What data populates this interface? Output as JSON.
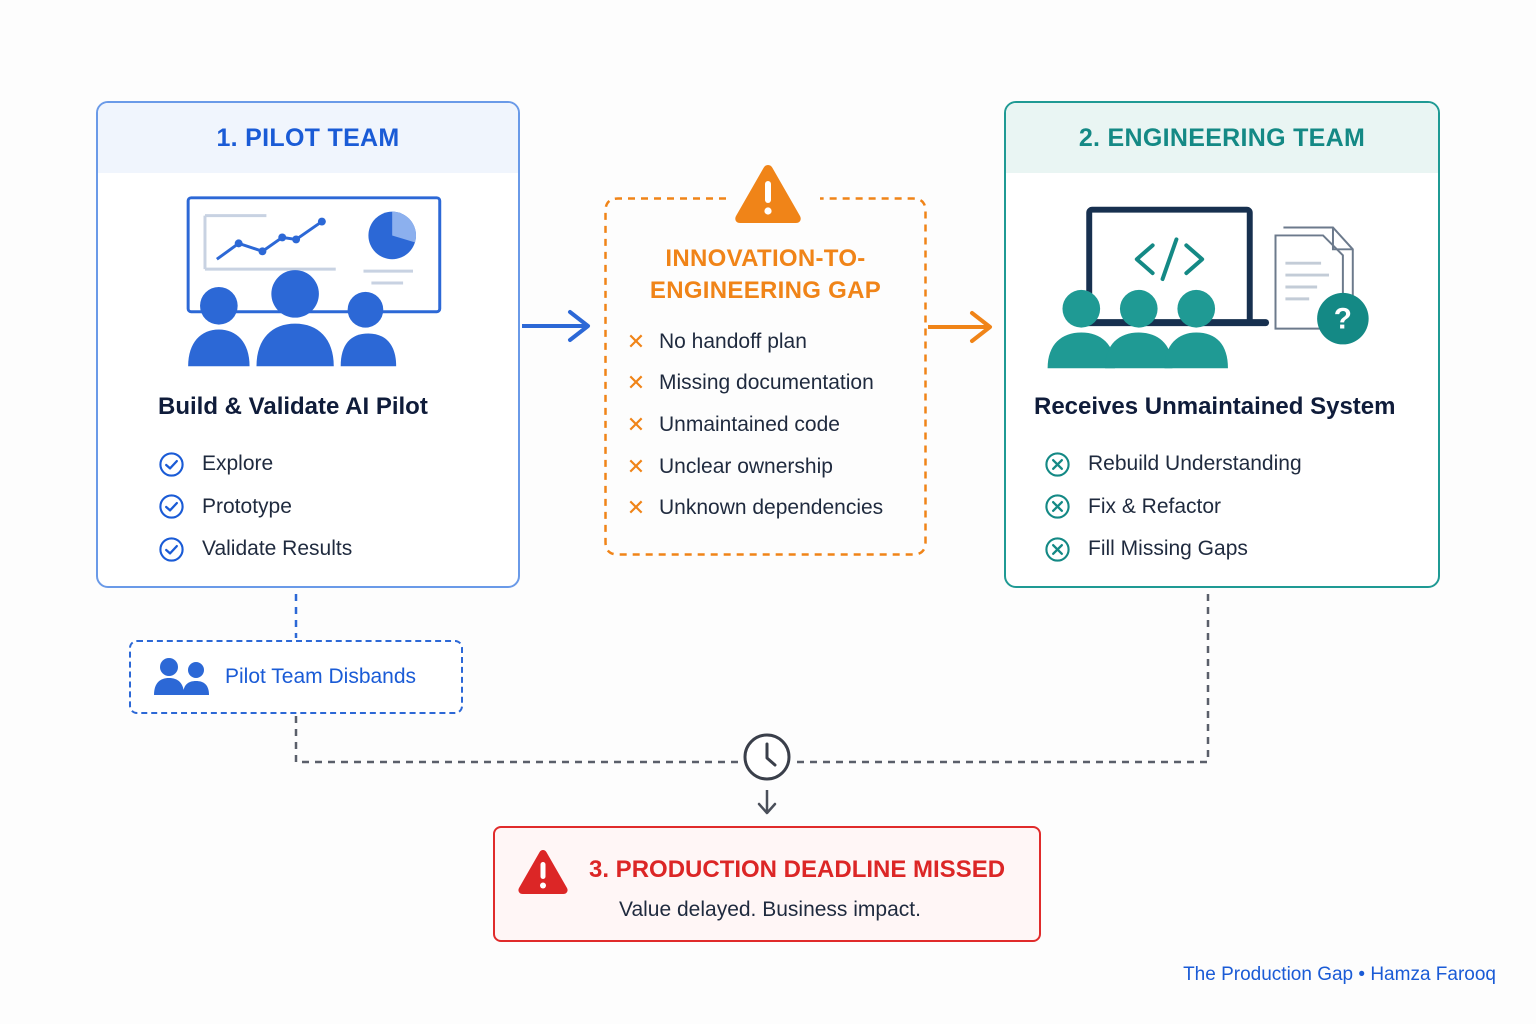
{
  "pilot_team": {
    "header": "1. PILOT TEAM",
    "title": "Build & Validate AI Pilot",
    "items": [
      "Explore",
      "Prototype",
      "Validate Results"
    ],
    "accent": "#1a5bd6"
  },
  "gap": {
    "title_line1": "INNOVATION-TO-",
    "title_line2": "ENGINEERING GAP",
    "items": [
      "No handoff plan",
      "Missing documentation",
      "Unmaintained code",
      "Unclear ownership",
      "Unknown dependencies"
    ],
    "accent": "#f08418"
  },
  "engineering_team": {
    "header": "2. ENGINEERING TEAM",
    "title": "Receives Unmaintained System",
    "items": [
      "Rebuild Understanding",
      "Fix & Refactor",
      "Fill Missing Gaps"
    ],
    "accent": "#148985"
  },
  "disband": {
    "label": "Pilot Team Disbands"
  },
  "deadline": {
    "title": "3. PRODUCTION DEADLINE MISSED",
    "subtitle": "Value delayed. Business impact.",
    "accent": "#dc2626"
  },
  "credit": "The Production Gap • Hamza Farooq"
}
